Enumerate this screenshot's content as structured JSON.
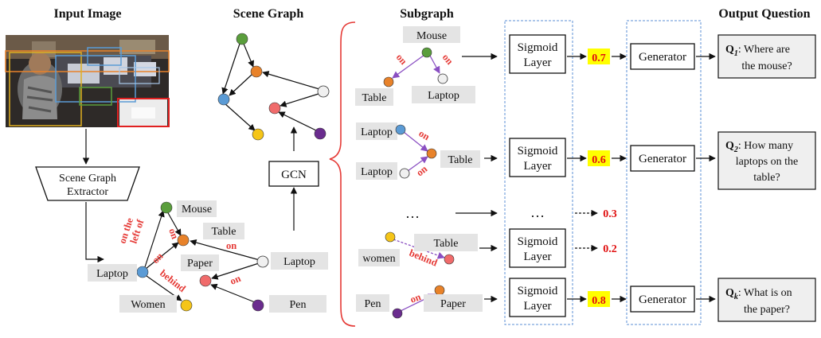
{
  "headers": {
    "input_image": "Input Image",
    "scene_graph": "Scene Graph",
    "subgraph": "Subgraph",
    "output_question": "Output Question"
  },
  "extractor": {
    "line1": "Scene Graph",
    "line2": "Extractor"
  },
  "gcn_label": "GCN",
  "main_graph": {
    "mouse": "Mouse",
    "table": "Table",
    "paper": "Paper",
    "laptop_right": "Laptop",
    "laptop_left": "Laptop",
    "women": "Women",
    "pen": "Pen",
    "rel_on_left_of_1": "on the",
    "rel_on_left_of_2": "left of",
    "rel_on_mouse": "on",
    "rel_on_laptop": "on",
    "rel_on_paper": "on",
    "rel_on_pen": "on",
    "rel_behind": "behind"
  },
  "subgraphs": [
    {
      "labels": [
        "Mouse",
        "Table",
        "Laptop"
      ],
      "relations": [
        "on",
        "on"
      ],
      "layer": [
        "Sigmoid",
        "Layer"
      ],
      "score": "0.7",
      "generator": "Generator"
    },
    {
      "labels": [
        "Laptop",
        "Laptop",
        "Table"
      ],
      "relations": [
        "on",
        "on"
      ],
      "layer": [
        "Sigmoid",
        "Layer"
      ],
      "score": "0.6",
      "generator": "Generator"
    },
    {
      "ellipsis": "…",
      "score": "0.3"
    },
    {
      "labels": [
        "women",
        "Table"
      ],
      "relations": [
        "behind"
      ],
      "layer": [
        "Sigmoid",
        "Layer"
      ],
      "score": "0.2"
    },
    {
      "labels": [
        "Pen",
        "Paper"
      ],
      "relations": [
        "on"
      ],
      "layer": [
        "Sigmoid",
        "Layer"
      ],
      "score": "0.8",
      "generator": "Generator"
    }
  ],
  "questions": [
    {
      "q": "Q",
      "sub": "1",
      "line1": ": Where are",
      "line2": "the mouse?"
    },
    {
      "q": "Q",
      "sub": "2",
      "line1": ": How many",
      "line2": "laptops on the",
      "line3": "table?"
    },
    {
      "q": "Q",
      "sub": "k",
      "line1": ": What is on",
      "line2": "the paper?"
    }
  ],
  "colors": {
    "green": "#5a9e3c",
    "orange": "#e8822a",
    "blue": "#5b9bd5",
    "yellow": "#f5c518",
    "red_node": "#f06b6b",
    "purple": "#6a2c8e",
    "white_node": "#f0f0f0",
    "edge_purple": "#8a4fc2",
    "relation_red": "#e53935",
    "score_red": "#e01010",
    "highlight": "#ffff00",
    "dashed_blue": "#5b8fd6",
    "label_bg": "#e4e4e4"
  }
}
